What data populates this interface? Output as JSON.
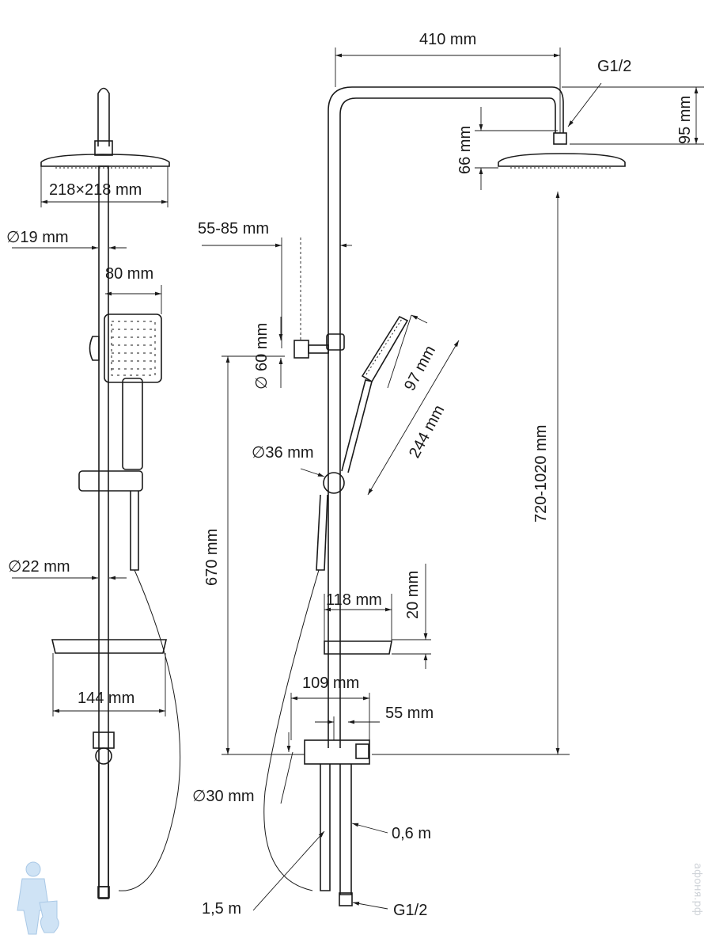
{
  "drawing": {
    "left_view": {
      "head_size": "218×218 mm",
      "pipe_top_diameter": "∅19 mm",
      "hand_shower_width": "80 mm",
      "pipe_diameter": "∅22 mm",
      "shelf_width": "144 mm"
    },
    "right_view": {
      "arm_reach": "410 mm",
      "head_thread": "G1/2",
      "arm_drop": "95 mm",
      "head_height": "66 mm",
      "wall_distance": "55-85 mm",
      "bracket_diameter": "∅ 60 mm",
      "hand_head_length": "97 mm",
      "hand_total_length": "244 mm",
      "holder_diameter": "∅36 mm",
      "total_height": "720-1020 mm",
      "mixer_height": "670 mm",
      "shelf_height": "20 mm",
      "shelf_depth": "118 mm",
      "mixer_width": "109 mm",
      "mixer_offset": "55 mm",
      "mixer_diameter": "∅30 mm",
      "inlet_hose": "0,6 m",
      "shower_hose": "1,5 m",
      "inlet_thread": "G1/2"
    },
    "watermark": "афоня.рф"
  }
}
